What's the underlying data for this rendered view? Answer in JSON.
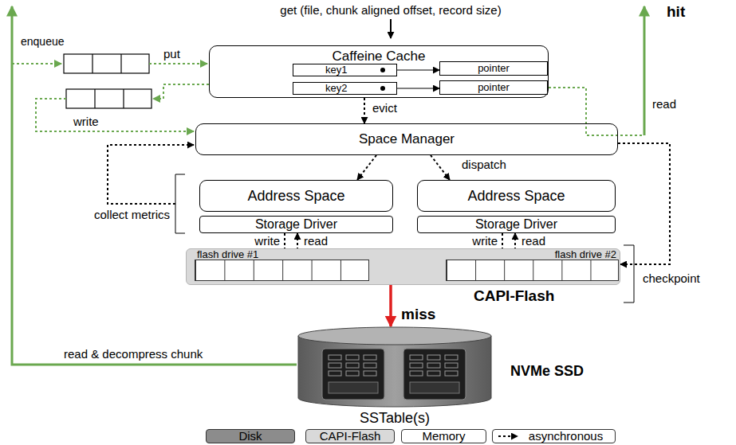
{
  "diagram": {
    "nodes": [
      {
        "text": [
          "Caffeine Cache"
        ]
      },
      {
        "text": [
          "key1"
        ],
        "in": 0
      },
      {
        "text": [
          "pointer"
        ],
        "in": 0
      },
      {
        "text": [
          "key2"
        ],
        "in": 0
      },
      {
        "text": [
          "pointer"
        ],
        "in": 0
      },
      {
        "text": [
          "Space Manager"
        ]
      },
      {
        "text": [
          "Address Space"
        ]
      },
      {
        "text": [
          "Storage Driver"
        ]
      },
      {
        "text": [
          "Address Space"
        ]
      },
      {
        "text": [
          "Storage Driver"
        ]
      },
      {
        "text": [
          "CAPI-Flash"
        ]
      },
      {
        "text": [
          "flash drive #1"
        ],
        "in": 10
      },
      {
        "text": [
          "flash drive #2"
        ],
        "in": 10
      },
      {
        "text": [
          "NVMe SSD",
          "SSTable(s)"
        ]
      }
    ],
    "edges": [
      {
        "from": 1,
        "to": 2,
        "arrow": "to"
      },
      {
        "from": 3,
        "to": 4,
        "arrow": "to"
      },
      {
        "from": 0,
        "to": 5,
        "label": "evict",
        "arrow": "to"
      },
      {
        "from": 5,
        "to": 6,
        "arrow": "to"
      },
      {
        "from": 5,
        "to": 8,
        "label": "dispatch",
        "arrow": "to"
      },
      {
        "from": 7,
        "to": 11,
        "label": "write",
        "arrow": "to"
      },
      {
        "from": 11,
        "to": 7,
        "label": "read",
        "arrow": "to"
      },
      {
        "from": 9,
        "to": 12,
        "label": "write",
        "arrow": "to"
      },
      {
        "from": 12,
        "to": 9,
        "label": "read",
        "arrow": "to"
      },
      {
        "from": 5,
        "to": 10,
        "arrow": "to"
      },
      {
        "from": 10,
        "to": 13,
        "label": "miss",
        "arrow": "to"
      }
    ],
    "labels": [
      "get (file, chunk aligned offset, record size)",
      "hit",
      "enqueue",
      "put",
      "write",
      "read",
      "collect metrics",
      "checkpoint",
      "read & decompress chunk"
    ],
    "legend": [
      {
        "text": "Disk",
        "color": "#8c8c8c"
      },
      {
        "text": "CAPI-Flash",
        "color": "#d9d9d9"
      },
      {
        "text": "Memory",
        "color": "#ffffff"
      },
      {
        "text": "asynchronous"
      }
    ]
  }
}
